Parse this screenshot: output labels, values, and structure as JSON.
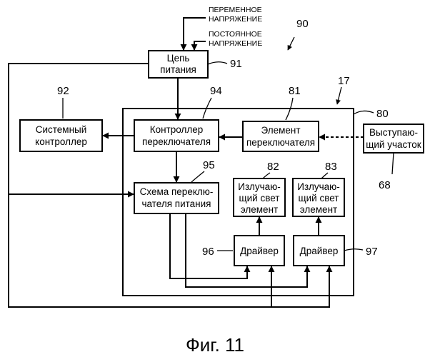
{
  "figure": {
    "number": "90",
    "container": "17",
    "caption": "Фиг. 11"
  },
  "inputs": {
    "ac": [
      "ПЕРЕМЕННОЕ",
      "НАПРЯЖЕНИЕ"
    ],
    "dc": [
      "ПОСТОЯННОЕ",
      "НАПРЯЖЕНИЕ"
    ]
  },
  "blocks": {
    "power_circuit": {
      "ref": "91",
      "lines": [
        "Цепь",
        "питания"
      ]
    },
    "system_controller": {
      "ref": "92",
      "lines": [
        "Системный",
        "контроллер"
      ]
    },
    "switch_controller": {
      "ref": "94",
      "lines": [
        "Контроллер",
        "переключателя"
      ]
    },
    "switch_element": {
      "ref": "81",
      "lines": [
        "Элемент",
        "переключателя"
      ]
    },
    "protrusion": {
      "ref": "68",
      "lines": [
        "Выступаю-",
        "щий участок"
      ]
    },
    "power_switch": {
      "ref": "95",
      "lines": [
        "Схема переклю-",
        "чателя питания"
      ]
    },
    "emitter_1": {
      "ref": "82",
      "lines": [
        "Излучаю-",
        "щий свет",
        "элемент"
      ]
    },
    "emitter_2": {
      "ref": "83",
      "lines": [
        "Излучаю-",
        "щий свет",
        "элемент"
      ]
    },
    "driver_1": {
      "ref": "96",
      "lines": [
        "Драйвер"
      ]
    },
    "driver_2": {
      "ref": "97",
      "lines": [
        "Драйвер"
      ]
    },
    "housing": {
      "ref": "80"
    }
  }
}
